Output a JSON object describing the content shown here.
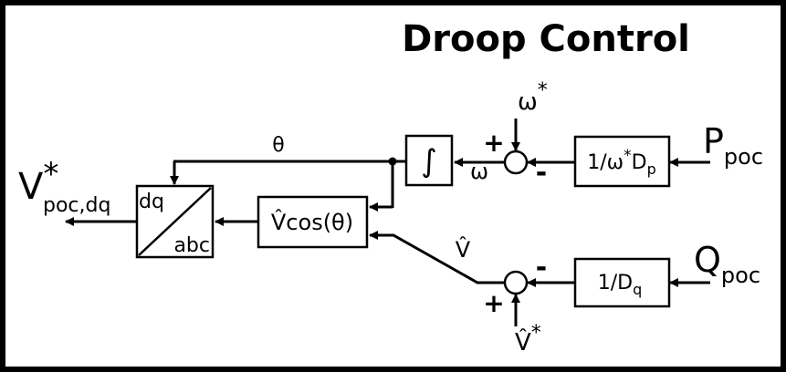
{
  "title": "Droop Control",
  "inputs": {
    "p_main": "P",
    "p_sub": "poc",
    "q_main": "Q",
    "q_sub": "poc",
    "omega_ref": "ω",
    "omega_ref_sup": "*",
    "v_ref": "V̂",
    "v_ref_sup": "*"
  },
  "output": {
    "main": "V",
    "sup": "*",
    "sub": "poc,dq"
  },
  "blocks": {
    "p_gain_prefix": "1/ω",
    "p_gain_sup": "*",
    "p_gain_mid": "D",
    "p_gain_sub": "p",
    "q_gain_main": "1/D",
    "q_gain_sub": "q",
    "integrator": "∫",
    "vcos": "V̂cos(θ)",
    "transform_top": "dq",
    "transform_bottom": "abc"
  },
  "signals": {
    "theta": "θ",
    "omega": "ω",
    "vhat": "V̂"
  },
  "signs": {
    "omega_ref_sign": "+",
    "p_sign": "-",
    "q_sign": "-",
    "v_ref_sign": "+"
  }
}
